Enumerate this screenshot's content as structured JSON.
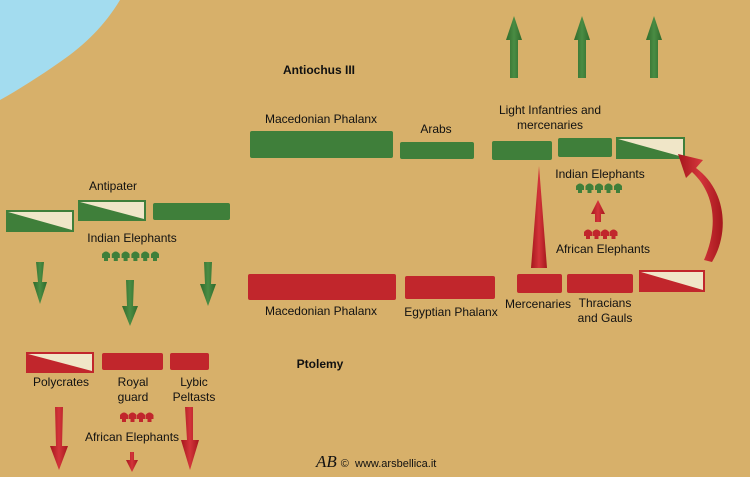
{
  "colors": {
    "background": "#d7b06a",
    "sea": "#a3dcef",
    "seleucid_green": "#3f7f3a",
    "ptolemaic_red": "#c1262c"
  },
  "armies": {
    "seleucid": {
      "commander": "Antiochus III",
      "units": {
        "macedonian_phalanx": "Macedonian Phalanx",
        "arabs": "Arabs",
        "light_infantry": "Light Infantries and mercenaries",
        "indian_elephants_right": "Indian Elephants",
        "left_wing_commander": "Antipater",
        "indian_elephants_left": "Indian Elephants"
      }
    },
    "ptolemaic": {
      "commander": "Ptolemy",
      "units": {
        "macedonian_phalanx": "Macedonian Phalanx",
        "egyptian_phalanx": "Egyptian Phalanx",
        "mercenaries": "Mercenaries",
        "thracians_gauls": "Thracians and Gauls",
        "african_elephants_left": "African Elephants",
        "polycrates": "Polycrates",
        "royal_guard": "Royal guard",
        "lybic_peltasts": "Lybic Peltasts",
        "african_elephants_right": "African Elephants"
      }
    }
  },
  "credit": {
    "logo": "AB",
    "symbol": "©",
    "site": "www.arsbellica.it"
  }
}
